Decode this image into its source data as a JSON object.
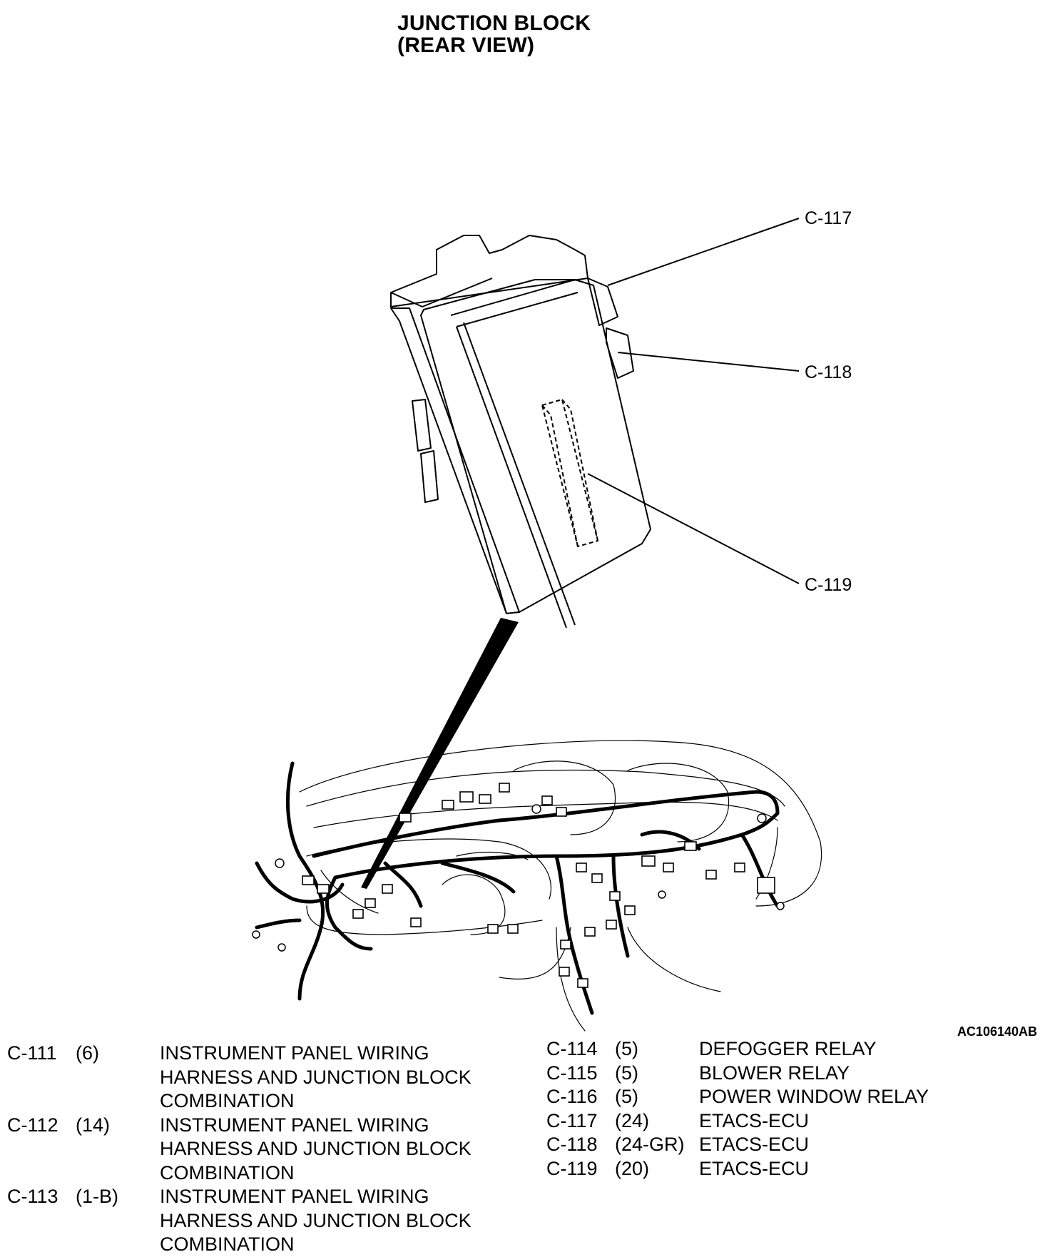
{
  "title": {
    "line1": "JUNCTION BLOCK",
    "line2": "(REAR VIEW)"
  },
  "callouts": {
    "c117": "C-117",
    "c118": "C-118",
    "c119": "C-119"
  },
  "figure_id": "AC106140AB",
  "legend_left": [
    {
      "code": "C-111",
      "pins": "(6)",
      "desc": [
        "INSTRUMENT PANEL WIRING",
        "HARNESS AND JUNCTION BLOCK",
        "COMBINATION"
      ]
    },
    {
      "code": "C-112",
      "pins": "(14)",
      "desc": [
        "INSTRUMENT PANEL WIRING",
        "HARNESS AND JUNCTION BLOCK",
        "COMBINATION"
      ]
    },
    {
      "code": "C-113",
      "pins": "(1-B)",
      "desc": [
        "INSTRUMENT PANEL WIRING",
        "HARNESS AND JUNCTION BLOCK",
        "COMBINATION"
      ]
    }
  ],
  "legend_right": [
    {
      "code": "C-114",
      "pins": "(5)",
      "desc": "DEFOGGER RELAY"
    },
    {
      "code": "C-115",
      "pins": "(5)",
      "desc": "BLOWER RELAY"
    },
    {
      "code": "C-116",
      "pins": "(5)",
      "desc": "POWER WINDOW RELAY"
    },
    {
      "code": "C-117",
      "pins": "(24)",
      "desc": "ETACS-ECU"
    },
    {
      "code": "C-118",
      "pins": "(24-GR)",
      "desc": "ETACS-ECU"
    },
    {
      "code": "C-119",
      "pins": "(20)",
      "desc": "ETACS-ECU"
    }
  ]
}
